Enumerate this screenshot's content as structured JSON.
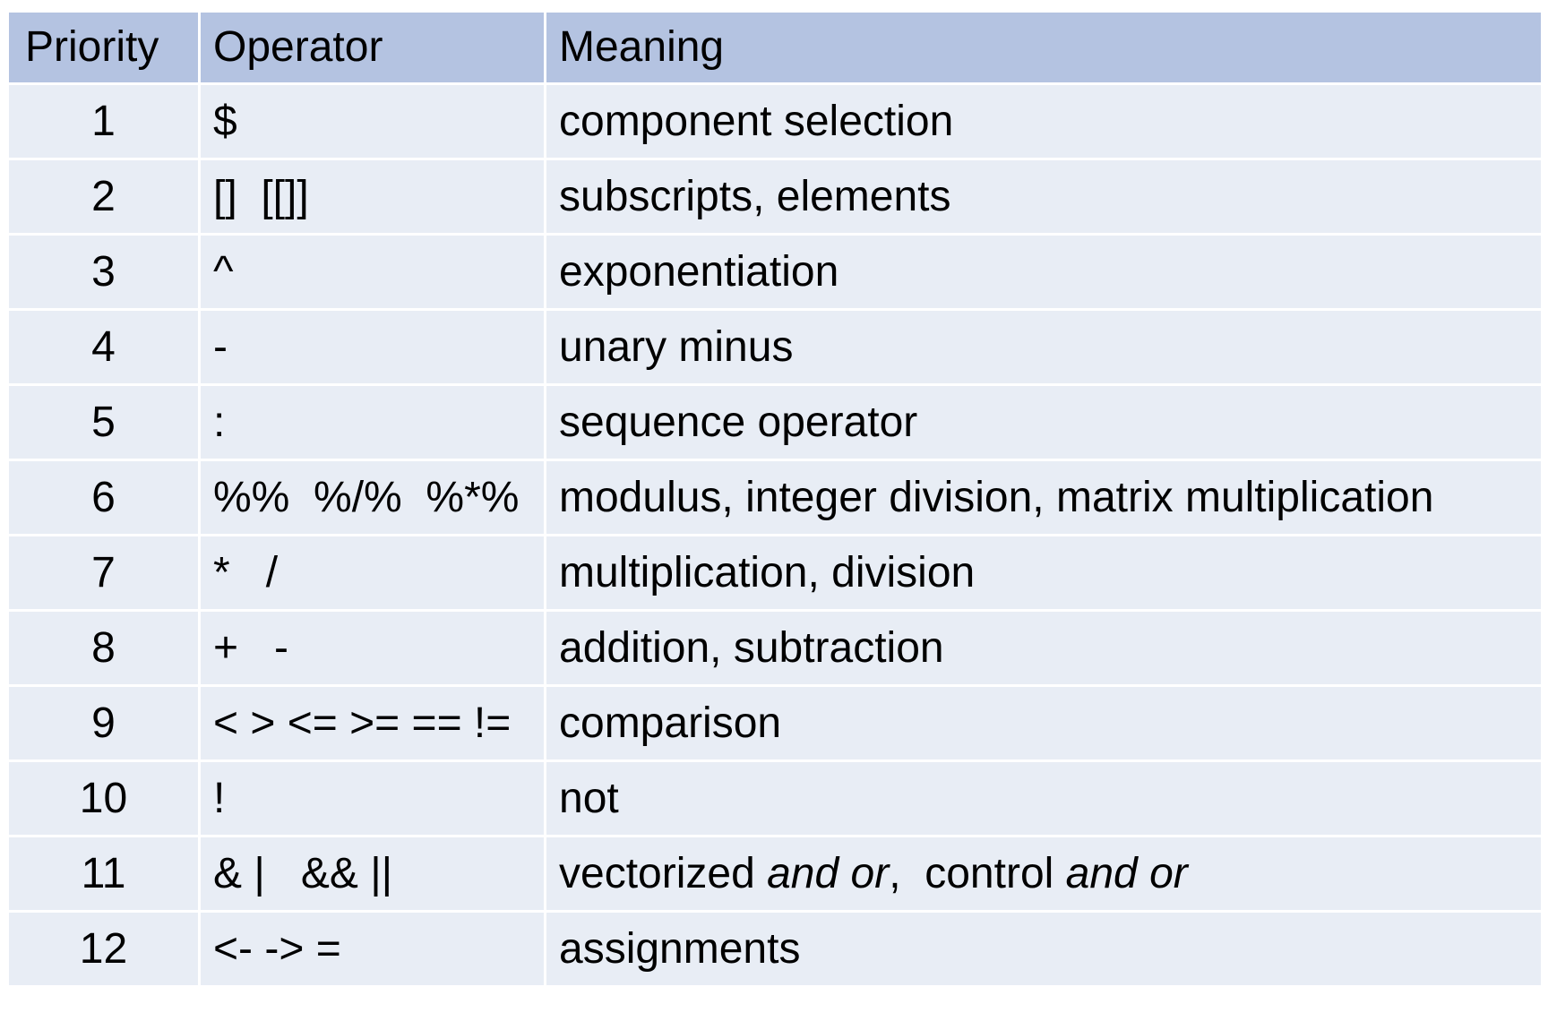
{
  "table": {
    "headers": [
      "Priority",
      "Operator",
      "Meaning"
    ],
    "rows": [
      {
        "priority": "1",
        "operator": "$",
        "meaning": "component selection"
      },
      {
        "priority": "2",
        "operator": "[]  [[]]",
        "meaning": "subscripts, elements"
      },
      {
        "priority": "3",
        "operator": "^",
        "meaning": "exponentiation"
      },
      {
        "priority": "4",
        "operator": "-",
        "meaning": "unary minus"
      },
      {
        "priority": "5",
        "operator": ":",
        "meaning": "sequence operator"
      },
      {
        "priority": "6",
        "operator": "%%  %/%  %*%",
        "meaning": "modulus, integer division, matrix multiplication"
      },
      {
        "priority": "7",
        "operator": "*   /",
        "meaning": "multiplication, division"
      },
      {
        "priority": "8",
        "operator": "+   -",
        "meaning": "addition, subtraction"
      },
      {
        "priority": "9",
        "operator": "< > <= >= == !=",
        "meaning": "comparison"
      },
      {
        "priority": "10",
        "operator": "!",
        "meaning": "not"
      },
      {
        "priority": "11",
        "operator": "& |   && ||",
        "meaning_parts": {
          "a": "vectorized ",
          "b": "and or",
          "c": ",  control ",
          "d": "and or"
        }
      },
      {
        "priority": "12",
        "operator": "<- -> =",
        "meaning": "assignments"
      }
    ]
  },
  "colors": {
    "header_bg": "#b4c3e1",
    "row_bg": "#e8edf5",
    "grid": "#ffffff",
    "text": "#000000"
  }
}
